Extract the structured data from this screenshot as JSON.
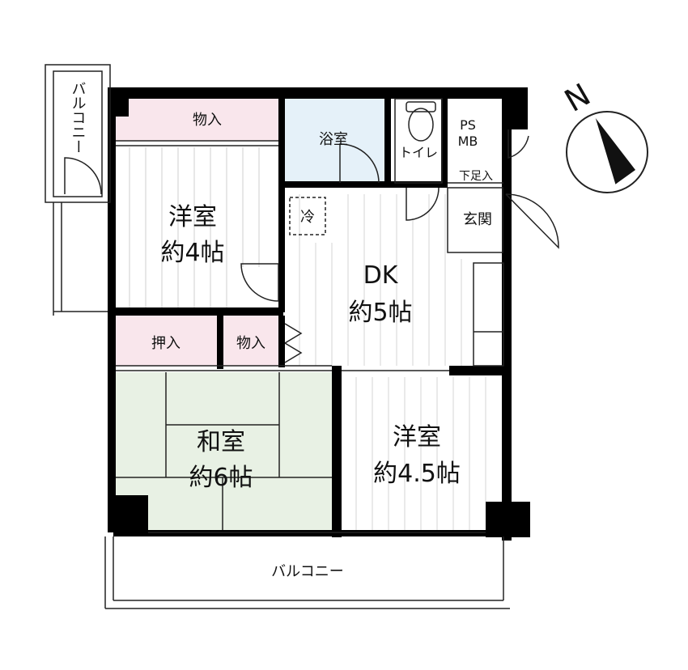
{
  "floor_plan": {
    "rooms": {
      "western_4": {
        "name": "洋室",
        "size": "約4帖"
      },
      "dk": {
        "name": "DK",
        "size": "約5帖"
      },
      "japanese_6": {
        "name": "和室",
        "size": "約6帖"
      },
      "western_45": {
        "name": "洋室",
        "size": "約4.5帖"
      },
      "storage_top": "物入",
      "storage_mid": "物入",
      "closet": "押入",
      "bath": "浴室",
      "toilet": "トイレ",
      "ps_mb": {
        "line1": "PS",
        "line2": "MB"
      },
      "shoe_storage": "下足入",
      "entrance": "玄関",
      "fridge": "冷",
      "balcony_bottom": "バルコニー",
      "balcony_side": "バルコニー"
    },
    "compass": {
      "label": "N"
    },
    "colors": {
      "storage": "#f9e6ec",
      "bath": "#e5f1f9",
      "tatami": "#e8f1e4",
      "wall": "#000000"
    }
  }
}
